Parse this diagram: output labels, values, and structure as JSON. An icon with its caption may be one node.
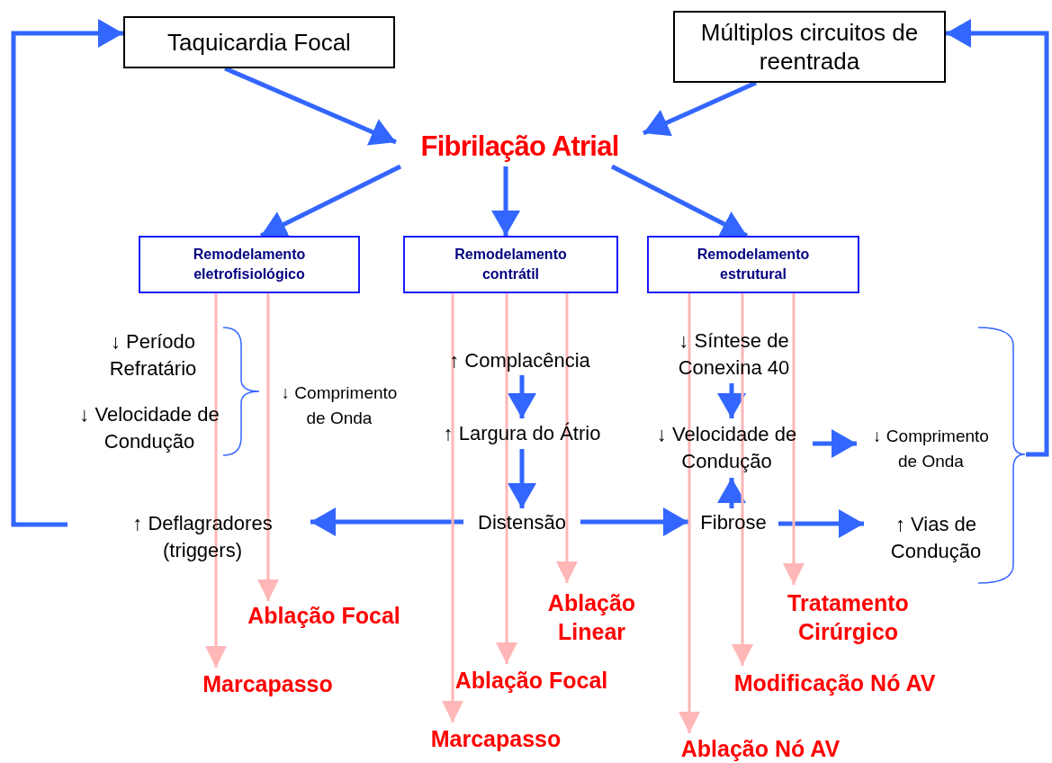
{
  "diagram": {
    "nodes": [
      {
        "text": [
          "Taquicardia Focal"
        ]
      },
      {
        "text": [
          "Múltiplos circuitos de reentrada"
        ]
      },
      {
        "text": [
          "Fibrilação Atrial"
        ]
      },
      {
        "text": [
          "Remodelamento eletrofisiológico"
        ]
      },
      {
        "text": [
          "Remodelamento contrátil"
        ]
      },
      {
        "text": [
          "Remodelamento estrutural"
        ]
      },
      {
        "text": [
          "↓ Período Refratário"
        ]
      },
      {
        "text": [
          "↓ Velocidade de Condução"
        ]
      },
      {
        "text": [
          "↓ Comprimento de Onda"
        ]
      },
      {
        "text": [
          "↑ Complacência"
        ]
      },
      {
        "text": [
          "↑ Largura do Átrio"
        ]
      },
      {
        "text": [
          "Distensão"
        ]
      },
      {
        "text": [
          "↑ Deflagradores (triggers)"
        ]
      },
      {
        "text": [
          "↓ Síntese de Conexina 40"
        ]
      },
      {
        "text": [
          "↓ Velocidade de Condução"
        ]
      },
      {
        "text": [
          "Fibrose"
        ]
      },
      {
        "text": [
          "↓ Comprimento de Onda"
        ]
      },
      {
        "text": [
          "↑ Vias de Condução"
        ]
      },
      {
        "text": [
          "Ablação Focal"
        ]
      },
      {
        "text": [
          "Marcapasso"
        ]
      },
      {
        "text": [
          "Ablação Linear"
        ]
      },
      {
        "text": [
          "Ablação Focal"
        ]
      },
      {
        "text": [
          "Marcapasso"
        ]
      },
      {
        "text": [
          "Tratamento Cirúrgico"
        ]
      },
      {
        "text": [
          "Modificação Nó AV"
        ]
      },
      {
        "text": [
          "Ablação Nó AV"
        ]
      },
      {
        "text": [],
        "shape": "bracket"
      }
    ],
    "edges": [
      {
        "from": 0,
        "to": 2,
        "arrow": "to"
      },
      {
        "from": 1,
        "to": 2,
        "arrow": "to"
      },
      {
        "from": 2,
        "to": 3,
        "arrow": "to"
      },
      {
        "from": 2,
        "to": 4,
        "arrow": "to"
      },
      {
        "from": 2,
        "to": 5,
        "arrow": "to"
      },
      {
        "from": 9,
        "to": 10,
        "arrow": "to"
      },
      {
        "from": 10,
        "to": 11,
        "arrow": "to"
      },
      {
        "from": 11,
        "to": 12,
        "arrow": "to"
      },
      {
        "from": 11,
        "to": 15,
        "arrow": "to"
      },
      {
        "from": 13,
        "to": 14,
        "arrow": "to"
      },
      {
        "from": 15,
        "to": 14,
        "arrow": "to"
      },
      {
        "from": 14,
        "to": 16,
        "arrow": "to"
      },
      {
        "from": 15,
        "to": 17,
        "arrow": "to"
      },
      {
        "from": 12,
        "to": 0,
        "arrow": "to"
      },
      {
        "from": 26,
        "to": 1,
        "arrow": "to"
      },
      {
        "from": 3,
        "to": 19,
        "arrow": "to",
        "color": "#ffb6b6"
      },
      {
        "from": 3,
        "to": 18,
        "arrow": "to",
        "color": "#ffb6b6"
      },
      {
        "from": 4,
        "to": 22,
        "arrow": "to",
        "color": "#ffb6b6"
      },
      {
        "from": 4,
        "to": 21,
        "arrow": "to",
        "color": "#ffb6b6"
      },
      {
        "from": 4,
        "to": 20,
        "arrow": "to",
        "color": "#ffb6b6"
      },
      {
        "from": 5,
        "to": 25,
        "arrow": "to",
        "color": "#ffb6b6"
      },
      {
        "from": 5,
        "to": 24,
        "arrow": "to",
        "color": "#ffb6b6"
      },
      {
        "from": 5,
        "to": 23,
        "arrow": "to",
        "color": "#ffb6b6"
      }
    ]
  }
}
